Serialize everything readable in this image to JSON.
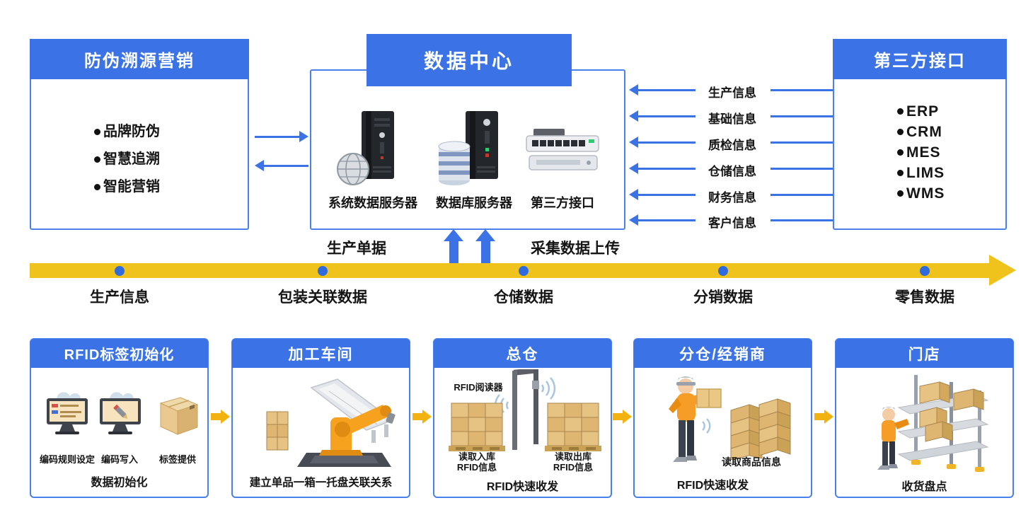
{
  "colors": {
    "accent_blue": "#3b73e6",
    "border_blue": "#4a80ec",
    "timeline_yellow": "#f0c31c",
    "stage_arrow_orange": "#f2b211",
    "dot_blue": "#2f6bdf"
  },
  "marketing_box": {
    "title": "防伪溯源营销",
    "items": [
      "品牌防伪",
      "智慧追溯",
      "智能营销"
    ]
  },
  "data_center": {
    "title": "数据中心",
    "servers": [
      {
        "icon": "system-data-server-icon",
        "label": "系统数据服务器"
      },
      {
        "icon": "database-server-icon",
        "label": "数据库服务器"
      },
      {
        "icon": "network-switch-icon",
        "label": "第三方接口"
      }
    ],
    "doc_label": "生产单据",
    "upload_label": "采集数据上传"
  },
  "third_party_box": {
    "title": "第三方接口",
    "items": [
      "ERP",
      "CRM",
      "MES",
      "LIMS",
      "WMS"
    ]
  },
  "info_flows": [
    "生产信息",
    "基础信息",
    "质检信息",
    "仓储信息",
    "财务信息",
    "客户信息"
  ],
  "timeline": {
    "labels": [
      "生产信息",
      "包装关联数据",
      "仓储数据",
      "分销数据",
      "零售数据"
    ]
  },
  "stages": {
    "init": {
      "title": "RFID标签初始化",
      "labels": [
        "编码规则设定",
        "编码写入",
        "标签提供"
      ],
      "caption": "数据初始化"
    },
    "workshop": {
      "title": "加工车间",
      "caption": "建立单品一箱一托盘关联关系"
    },
    "warehouse": {
      "title": "总仓",
      "reader": "RFID阅读器",
      "in1": "读取入库",
      "in2": "RFID信息",
      "out1": "读取出库",
      "out2": "RFID信息",
      "caption": "RFID快速收发"
    },
    "distributor": {
      "title": "分仓/经销商",
      "read": "读取商品信息",
      "caption": "RFID快速收发"
    },
    "store": {
      "title": "门店",
      "caption": "收货盘点"
    }
  }
}
